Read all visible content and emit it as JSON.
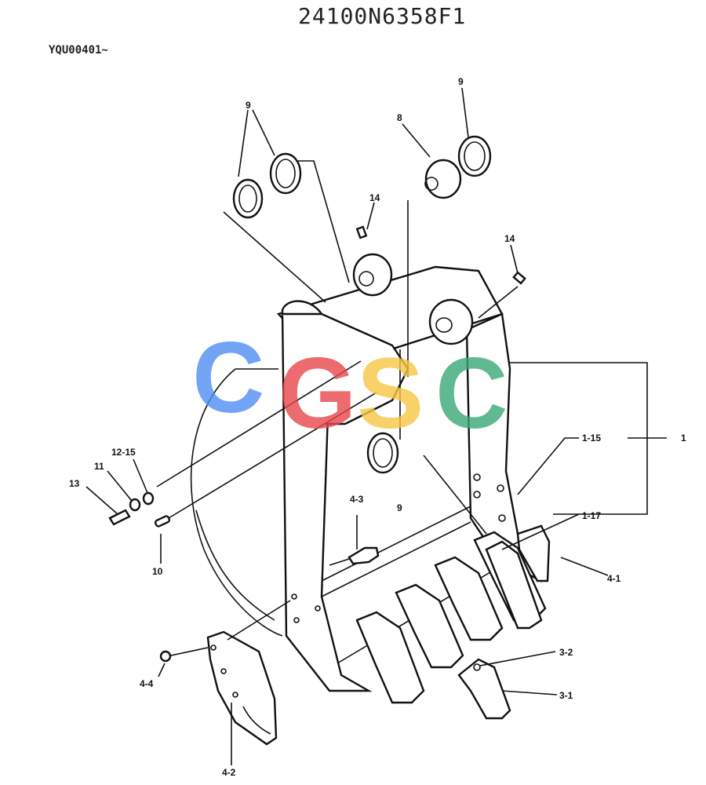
{
  "header": {
    "part_number": "24100N6358F1",
    "serial_range": "YQU00401~"
  },
  "watermark": {
    "letters": [
      "C",
      "G",
      "S",
      "C"
    ],
    "colors": [
      "#4f8ef5",
      "#e8474a",
      "#f7c844",
      "#3aa876"
    ]
  },
  "callouts": {
    "c1": "1",
    "c1_15": "1-15",
    "c1_17": "1-17",
    "c3_1": "3-1",
    "c3_2": "3-2",
    "c4_1": "4-1",
    "c4_2": "4-2",
    "c4_3": "4-3",
    "c4_4": "4-4",
    "c8": "8",
    "c9_left": "9",
    "c9_right": "9",
    "c9_bottom": "9",
    "c10": "10",
    "c11": "11",
    "c12_15": "12-15",
    "c13": "13",
    "c14_left": "14",
    "c14_right": "14"
  }
}
